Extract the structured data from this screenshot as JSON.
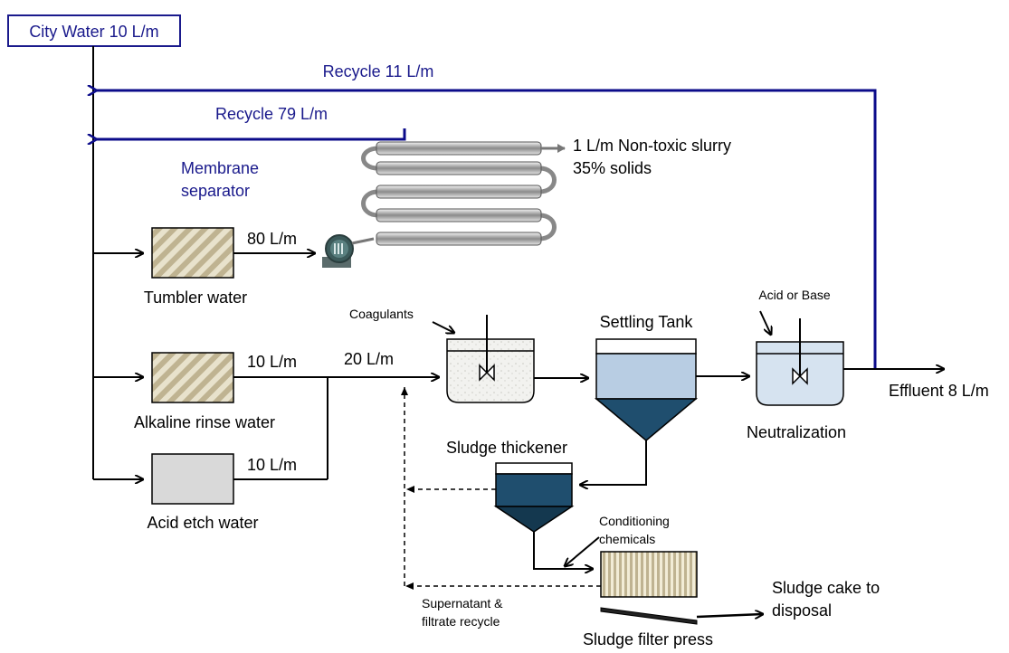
{
  "colors": {
    "recycle_line": "#0b0b8a",
    "blue_text": "#1a1a8c",
    "hatch": "#cfc6a6",
    "acid_box": "#d9d9d9",
    "settling_water": "#b8cde3",
    "settling_cone": "#1f4e6e",
    "thickener_fill": "#1f4e6e",
    "neutralization_fill": "#d6e3f0"
  },
  "labels": {
    "city_water": "City Water 10 L/m",
    "recycle_11": "Recycle 11 L/m",
    "recycle_79": "Recycle 79 L/m",
    "membrane_line1": "Membrane",
    "membrane_line2": "separator",
    "slurry_line1": "1 L/m Non-toxic slurry",
    "slurry_line2": "35% solids",
    "flow_80": "80 L/m",
    "tumbler": "Tumbler water",
    "coagulants": "Coagulants",
    "settling_tank": "Settling Tank",
    "acid_or_base": "Acid or Base",
    "flow_10_alkaline": "10 L/m",
    "flow_20": "20 L/m",
    "alkaline": "Alkaline rinse water",
    "effluent": "Effluent 8 L/m",
    "neutralization": "Neutralization",
    "sludge_thickener": "Sludge thickener",
    "flow_10_acid": "10 L/m",
    "acid_etch": "Acid etch water",
    "conditioning_line1": "Conditioning",
    "conditioning_line2": "chemicals",
    "supernatant_line1": "Supernatant &",
    "supernatant_line2": "filtrate recycle",
    "sludge_cake_line1": "Sludge cake to",
    "sludge_cake_line2": "disposal",
    "filter_press": "Sludge filter press"
  }
}
